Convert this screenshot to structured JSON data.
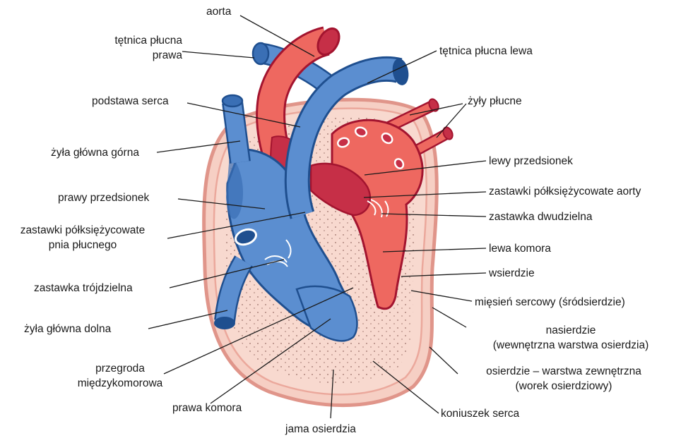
{
  "colors": {
    "blue": "#5b8ed0",
    "blue_dark": "#3a6fb5",
    "blue_outline": "#1f4f8f",
    "red": "#ee6860",
    "red_dark": "#c62f47",
    "red_outline": "#a3142f",
    "pericardium_fill": "#f7d2c8",
    "pericardium_edge": "#e0958a",
    "background": "#ffffff"
  },
  "labels": {
    "aorta": "aorta",
    "tetnica_plucna_prawa": "tętnica płucna\nprawa",
    "tetnica_plucna_lewa": "tętnica płucna lewa",
    "podstawa_serca": "podstawa serca",
    "zyly_plucne": "żyły płucne",
    "zyla_glowna_gorna": "żyła główna górna",
    "lewy_przedsionek": "lewy przedsionek",
    "prawy_przedsionek": "prawy przedsionek",
    "zastawki_aorty": "zastawki półksiężycowate aorty",
    "zastawki_pnia": "zastawki półksiężycowate\npnia płucnego",
    "zastawka_dwudzielna": "zastawka dwudzielna",
    "lewa_komora": "lewa komora",
    "wsierdzie": "wsierdzie",
    "zastawka_trojdzielna": "zastawka trójdzielna",
    "miesien_sercowy": "mięsień sercowy (śródsierdzie)",
    "zyla_glowna_dolna": "żyła główna dolna",
    "nasierdzie": "nasierdzie\n(wewnętrzna warstwa osierdzia)",
    "przegroda": "przegroda\nmiędzykomorowa",
    "osierdzie": "osierdzie – warstwa zewnętrzna\n(worek osierdziowy)",
    "prawa_komora": "prawa komora",
    "koniuszek": "koniuszek serca",
    "jama_osierdzia": "jama osierdzia"
  }
}
